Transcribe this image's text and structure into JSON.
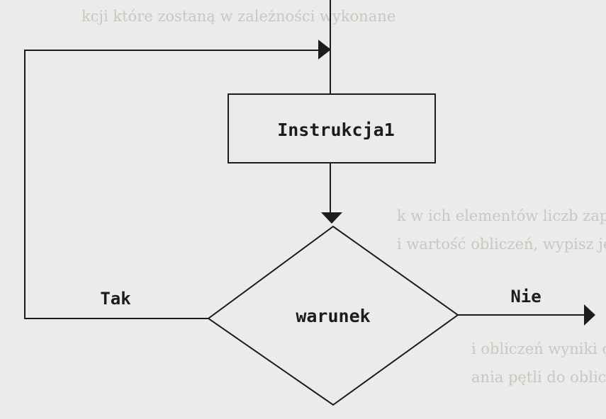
{
  "diagram": {
    "process_label": "Instrukcja1",
    "decision_label": "warunek",
    "yes_label": "Tak",
    "no_label": "Nie"
  },
  "bleed_through": {
    "line1": "kcji które zostaną w zależności wykonane",
    "line2": "k w ich elementów liczb zapisanych w tablicy",
    "line3": "i wartość obliczeń, wypisz je; wspólna wartość",
    "line4": "i obliczeń wyniki obliczeń dla wartości",
    "line5": "ania pętli do obliczenia z kontrolą dla wartości"
  },
  "colors": {
    "paper": "#ecebe9",
    "ink": "#1c1c1c",
    "bleed": "#c9c7c4"
  }
}
